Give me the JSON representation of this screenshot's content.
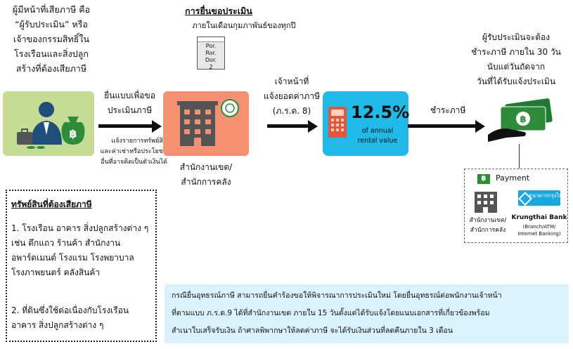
{
  "taxpayer": {
    "lines": [
      "ผู้มีหน้าที่เสียภาษี คือ",
      "“ผู้รับประเมิน” หรือ",
      "เจ้าของกรรมสิทธิ์ใน",
      "โรงเรือนและสิ่งปลูก",
      "สร้างที่ต้องเสียภาษี"
    ]
  },
  "step1": {
    "label_lines": [
      "ยื่นแบบเพื่อขอ",
      "ประเมินภาษี"
    ],
    "sub_lines": [
      "แจ้งรายการทรัพย์สิน",
      "และค่าเช่าหรือประโยชน์",
      "อื่นที่อาจคิดเป็นตัวเงินได้"
    ]
  },
  "filing": {
    "title": "การยื่นขอประเมิน",
    "subtitle": "ภายในเดือนกุมภาพันธ์ของทุกปี",
    "form_lines": [
      "Por.",
      "Ror.",
      "Dor.",
      "2"
    ]
  },
  "office": {
    "lines": [
      "สำนักงานเขต/",
      "สำนักการคลัง"
    ]
  },
  "step2": {
    "lines": [
      "เจ้าหน้าที่",
      "แจ้งยอดค่าภาษี",
      "(ภ.ร.ด. 8)"
    ]
  },
  "rate": {
    "value": "12.5%",
    "caption_lines": [
      "of annual",
      "rental value"
    ]
  },
  "step3": {
    "label": "ชำระภาษี"
  },
  "deadline": {
    "lines": [
      "ผู้รับประเมินจะต้อง",
      "ชำระภาษี ภายใน 30 วัน",
      "นับแต่วันถัดจาก",
      "วันที่ได้รับแจ้งประเมิน"
    ]
  },
  "payment": {
    "title": "Payment",
    "baht_symbol": "฿",
    "office_lines": [
      "สำนักงานเขต/",
      "สำนักการคลัง"
    ],
    "bank_logo_text": "ธนาคารกรุงไทย",
    "bank_name": "Krungthai Bank",
    "bank_channels_lines": [
      "(Branch/ATM/",
      "Internet Banking)"
    ]
  },
  "property": {
    "title": "ทรัพย์สินที่ต้องเสียภาษี",
    "item1_lines": [
      "1. โรงเรือน อาคาร สิ่งปลูกสร้างต่าง ๆ",
      "เช่น ตึกแถว ร้านค้า สำนักงาน",
      "อพาร์ตเมนต์ โรงแรม โรงพยาบาล",
      "โรงภาพยนตร์ คลังสินค้า"
    ],
    "item2_lines": [
      "2. ที่ดินซึ่งใช้ต่อเนื่องกับโรงเรือน",
      "อาคาร สิ่งปลูกสร้างต่าง ๆ"
    ]
  },
  "note": {
    "lines": [
      "กรณียื่นอุทธรณ์ภาษี สามารถยื่นคำร้องขอให้พิจารณาการประเมินใหม่ โดยยื่นอุทธรณ์ต่อพนักงานเจ้าหน้า",
      "ที่ตามแบบ ภ.ร.ด.9 ได้ที่สำนักงานเขต ภายใน 15 วันตั้งแต่ได้รับแจ้งโดยแนบเอกสารที่เกี่ยวข้องพร้อม",
      "สำเนาใบเสร็จรับเงิน ถ้าศาลพิพากษาให้ลดค่าภาษี จะได้รับเงินส่วนที่ลดคืนภายใน 3 เดือน"
    ]
  },
  "colors": {
    "green_box": "#c5dc96",
    "orange_box": "#f59070",
    "cyan_box": "#21b9e8",
    "note_bg": "#d9f2fb",
    "money_green": "#2e8b3a",
    "building": "#555555"
  }
}
